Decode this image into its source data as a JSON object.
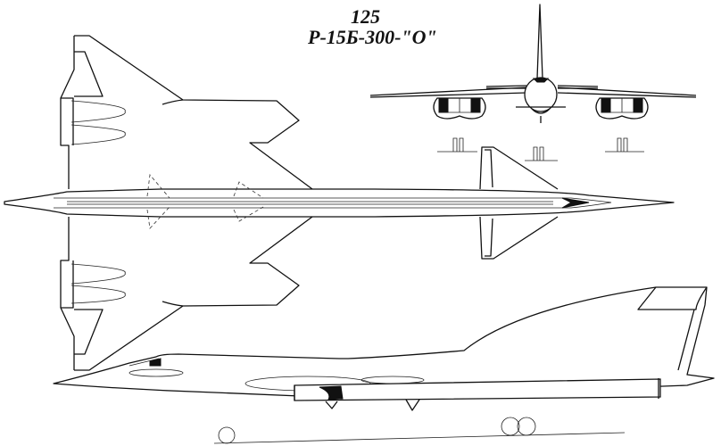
{
  "drawing": {
    "title_number": "125",
    "title_designation": "Р-15Б-300-\"О\"",
    "views": [
      "top-view",
      "front-view",
      "side-view"
    ],
    "line_color": "#111111",
    "background_color": "#ffffff"
  }
}
